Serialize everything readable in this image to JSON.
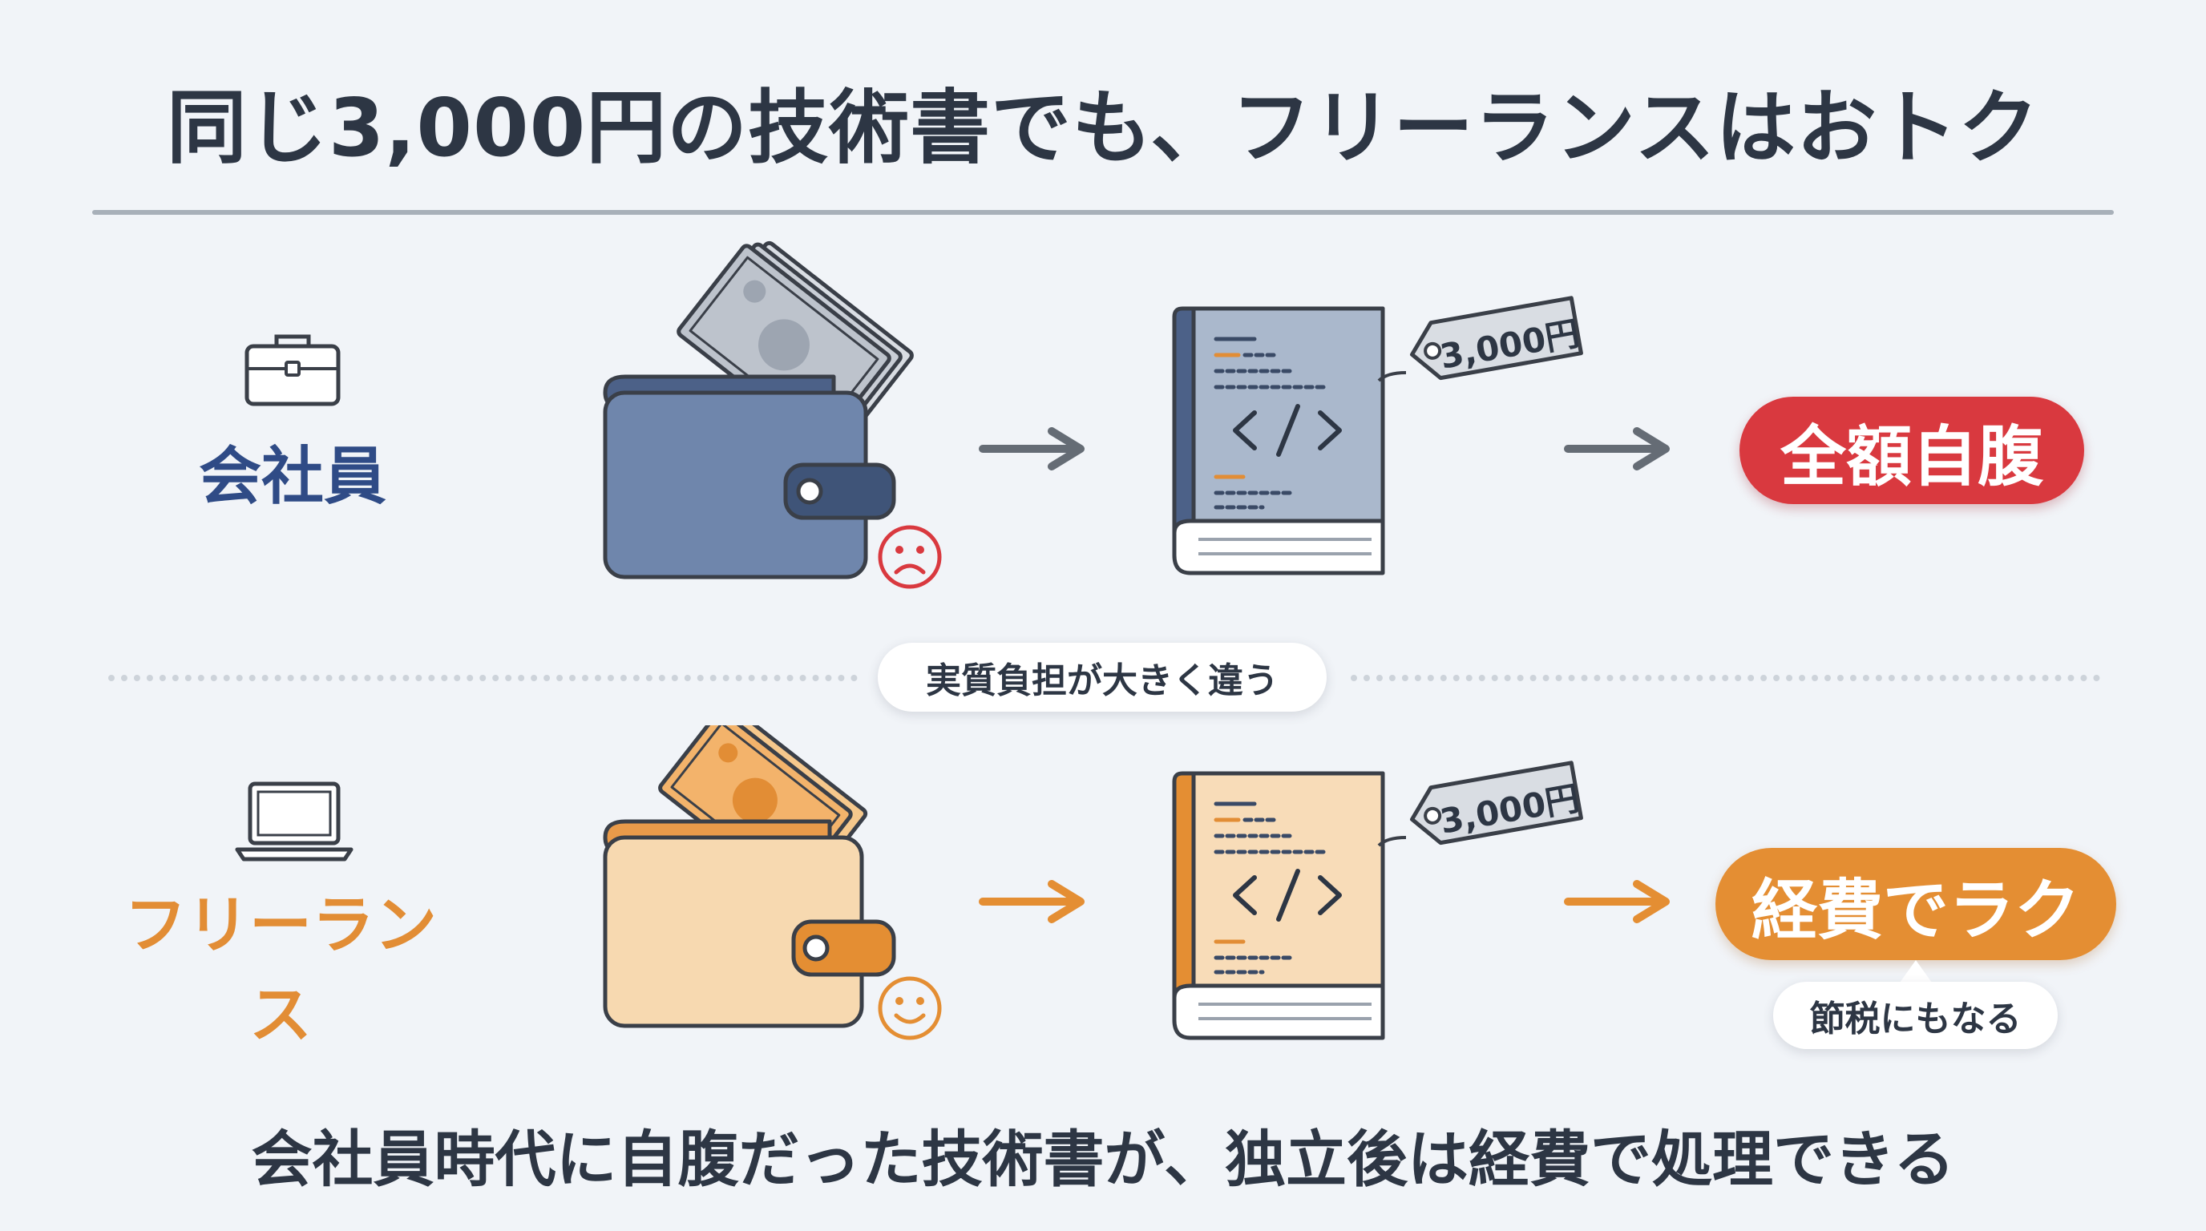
{
  "title": "同じ3,000円の技術書でも、フリーランスはおトク",
  "divider_label": "実質負担が大きく違う",
  "rows": [
    {
      "role_label": "会社員",
      "role_icon": "briefcase-icon",
      "price_tag": "3,000円",
      "result_label": "全額自腹",
      "mood_icon": "sad-face-icon",
      "colors": {
        "accent": "#2f4b86",
        "result_bg": "#d9393f",
        "wallet": "#6f86ac",
        "book": "#aab8cc"
      }
    },
    {
      "role_label": "フリーランス",
      "role_icon": "laptop-icon",
      "price_tag": "3,000円",
      "result_label": "経費でラク",
      "result_note": "節税にもなる",
      "mood_icon": "smiley-face-icon",
      "colors": {
        "accent": "#e28d35",
        "result_bg": "#e48e33",
        "wallet": "#f7d9b0",
        "book": "#f8dcb8"
      }
    }
  ],
  "footer": "会社員時代に自腹だった技術書が、独立後は経費で処理できる"
}
